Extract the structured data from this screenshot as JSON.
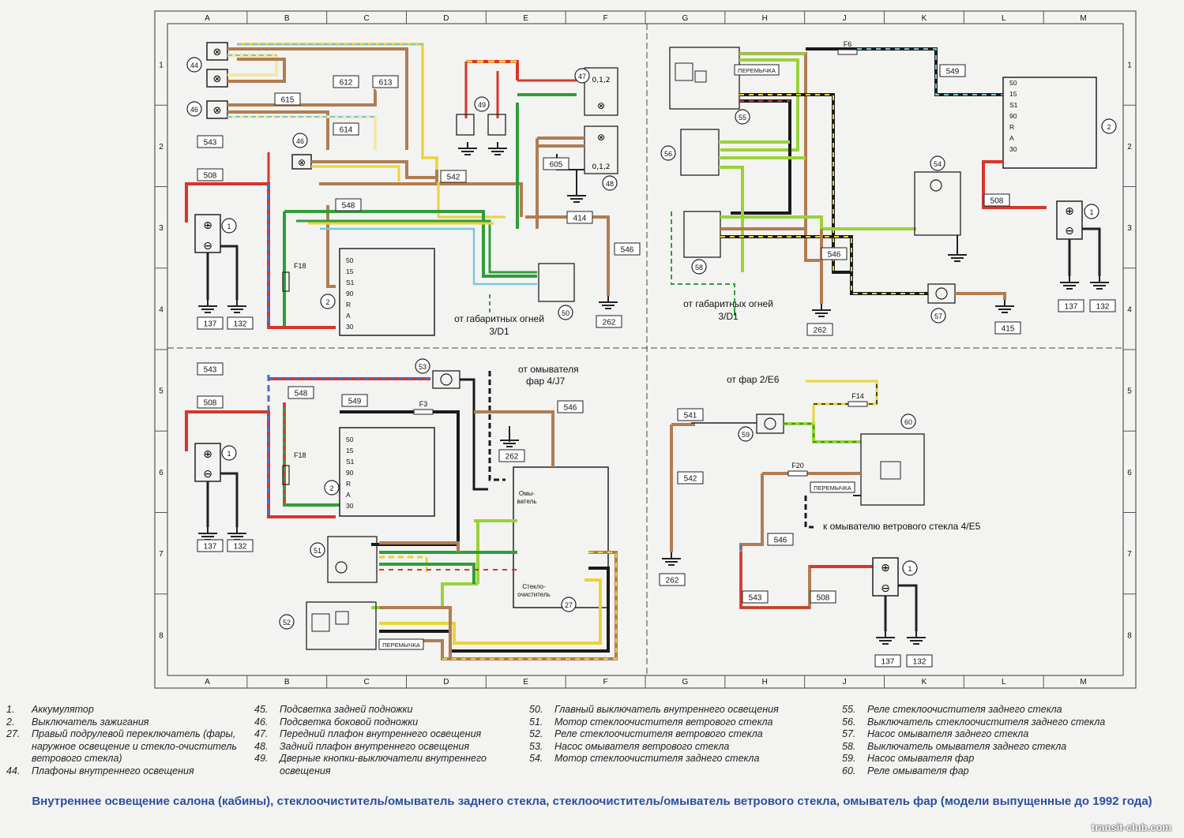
{
  "grid": {
    "columns": [
      "A",
      "B",
      "C",
      "D",
      "E",
      "F",
      "G",
      "H",
      "J",
      "K",
      "L",
      "M"
    ],
    "rows": [
      "1",
      "2",
      "3",
      "4",
      "5",
      "6",
      "7",
      "8"
    ]
  },
  "components": {
    "1": "1",
    "2": "2",
    "27": "27",
    "44": "44",
    "46": "46",
    "47": "47",
    "48": "48",
    "49": "49",
    "50": "50",
    "51": "51",
    "52": "52",
    "53": "53",
    "54": "54",
    "55": "55",
    "56": "56",
    "57": "57",
    "58": "58",
    "59": "59",
    "60": "60"
  },
  "wire_labels": {
    "w543": "543",
    "w508": "508",
    "w612": "612",
    "w613": "613",
    "w615": "615",
    "w614": "614",
    "w542": "542",
    "w548": "548",
    "w605": "605",
    "w414": "414",
    "w546": "546",
    "w262": "262",
    "w137": "137",
    "w132": "132",
    "w549": "549",
    "w415": "415",
    "w541": "541",
    "wF18": "F18",
    "wF6": "F6",
    "wF3": "F3",
    "wF14": "F14",
    "wF20": "F20"
  },
  "switch_terminals": [
    "50",
    "15",
    "S1",
    "90",
    "R",
    "A",
    "30"
  ],
  "annotations": {
    "from_side_lights": "от габаритных огней",
    "ref_3d1": "3/D1",
    "from_headlamp_washer": "от омывателя",
    "headlamps_4j7": "фар  4/J7",
    "from_headlamps_2e6": "от фар  2/E6",
    "to_windscreen_washer": "к омывателю ветрового стекла  4/E5",
    "jumper": "ПЕРЕМЫЧКА",
    "washer_label": "Омы-\nватель",
    "wiper_label": "Стекло-\nочиститель"
  },
  "legend": [
    [
      {
        "num": "1.",
        "text": "Аккумулятор"
      },
      {
        "num": "2.",
        "text": "Выключатель зажигания"
      },
      {
        "num": "27.",
        "text": "Правый подрулевой переключатель (фары, наружное освещение и стекло-очиститель ветрового стекла)"
      },
      {
        "num": "44.",
        "text": "Плафоны внутреннего освещения"
      }
    ],
    [
      {
        "num": "45.",
        "text": "Подсветка задней подножки"
      },
      {
        "num": "46.",
        "text": "Подсветка боковой подножки"
      },
      {
        "num": "47.",
        "text": "Передний плафон внутреннего освещения"
      },
      {
        "num": "48.",
        "text": "Задний плафон внутреннего освещения"
      },
      {
        "num": "49.",
        "text": "Дверные кнопки-выключатели внутреннего освещения"
      }
    ],
    [
      {
        "num": "50.",
        "text": "Главный выключатель внутреннего освещения"
      },
      {
        "num": "51.",
        "text": "Мотор стеклоочистителя ветрового стекла"
      },
      {
        "num": "52.",
        "text": "Реле стеклоочистителя ветрового стекла"
      },
      {
        "num": "53.",
        "text": "Насос омывателя ветрового стекла"
      },
      {
        "num": "54.",
        "text": "Мотор стеклоочистителя заднего стекла"
      }
    ],
    [
      {
        "num": "55.",
        "text": "Реле стеклоочистителя заднего стекла"
      },
      {
        "num": "56.",
        "text": "Выключатель стеклоочистителя заднего стекла"
      },
      {
        "num": "57.",
        "text": "Насос омывателя заднего стекла"
      },
      {
        "num": "58.",
        "text": "Выключатель омывателя заднего стекла"
      },
      {
        "num": "59.",
        "text": "Насос омывателя фар"
      },
      {
        "num": "60.",
        "text": "Реле омывателя фар"
      }
    ]
  ],
  "caption": "Внутреннее освещение салона (кабины), стеклоочиститель/омыватель заднего стекла, стеклоочиститель/омыватель ветрового стекла, омыватель фар (модели выпущенные до 1992 года)",
  "watermark": "transit-club.com",
  "colors": {
    "red": "#d8352c",
    "brown": "#b07d52",
    "green": "#2f9e3a",
    "lime": "#9ad23a",
    "yellow": "#e8d43a",
    "blue": "#4a6fc4",
    "black": "#1a1a1a",
    "cyan": "#7cc7d8"
  }
}
